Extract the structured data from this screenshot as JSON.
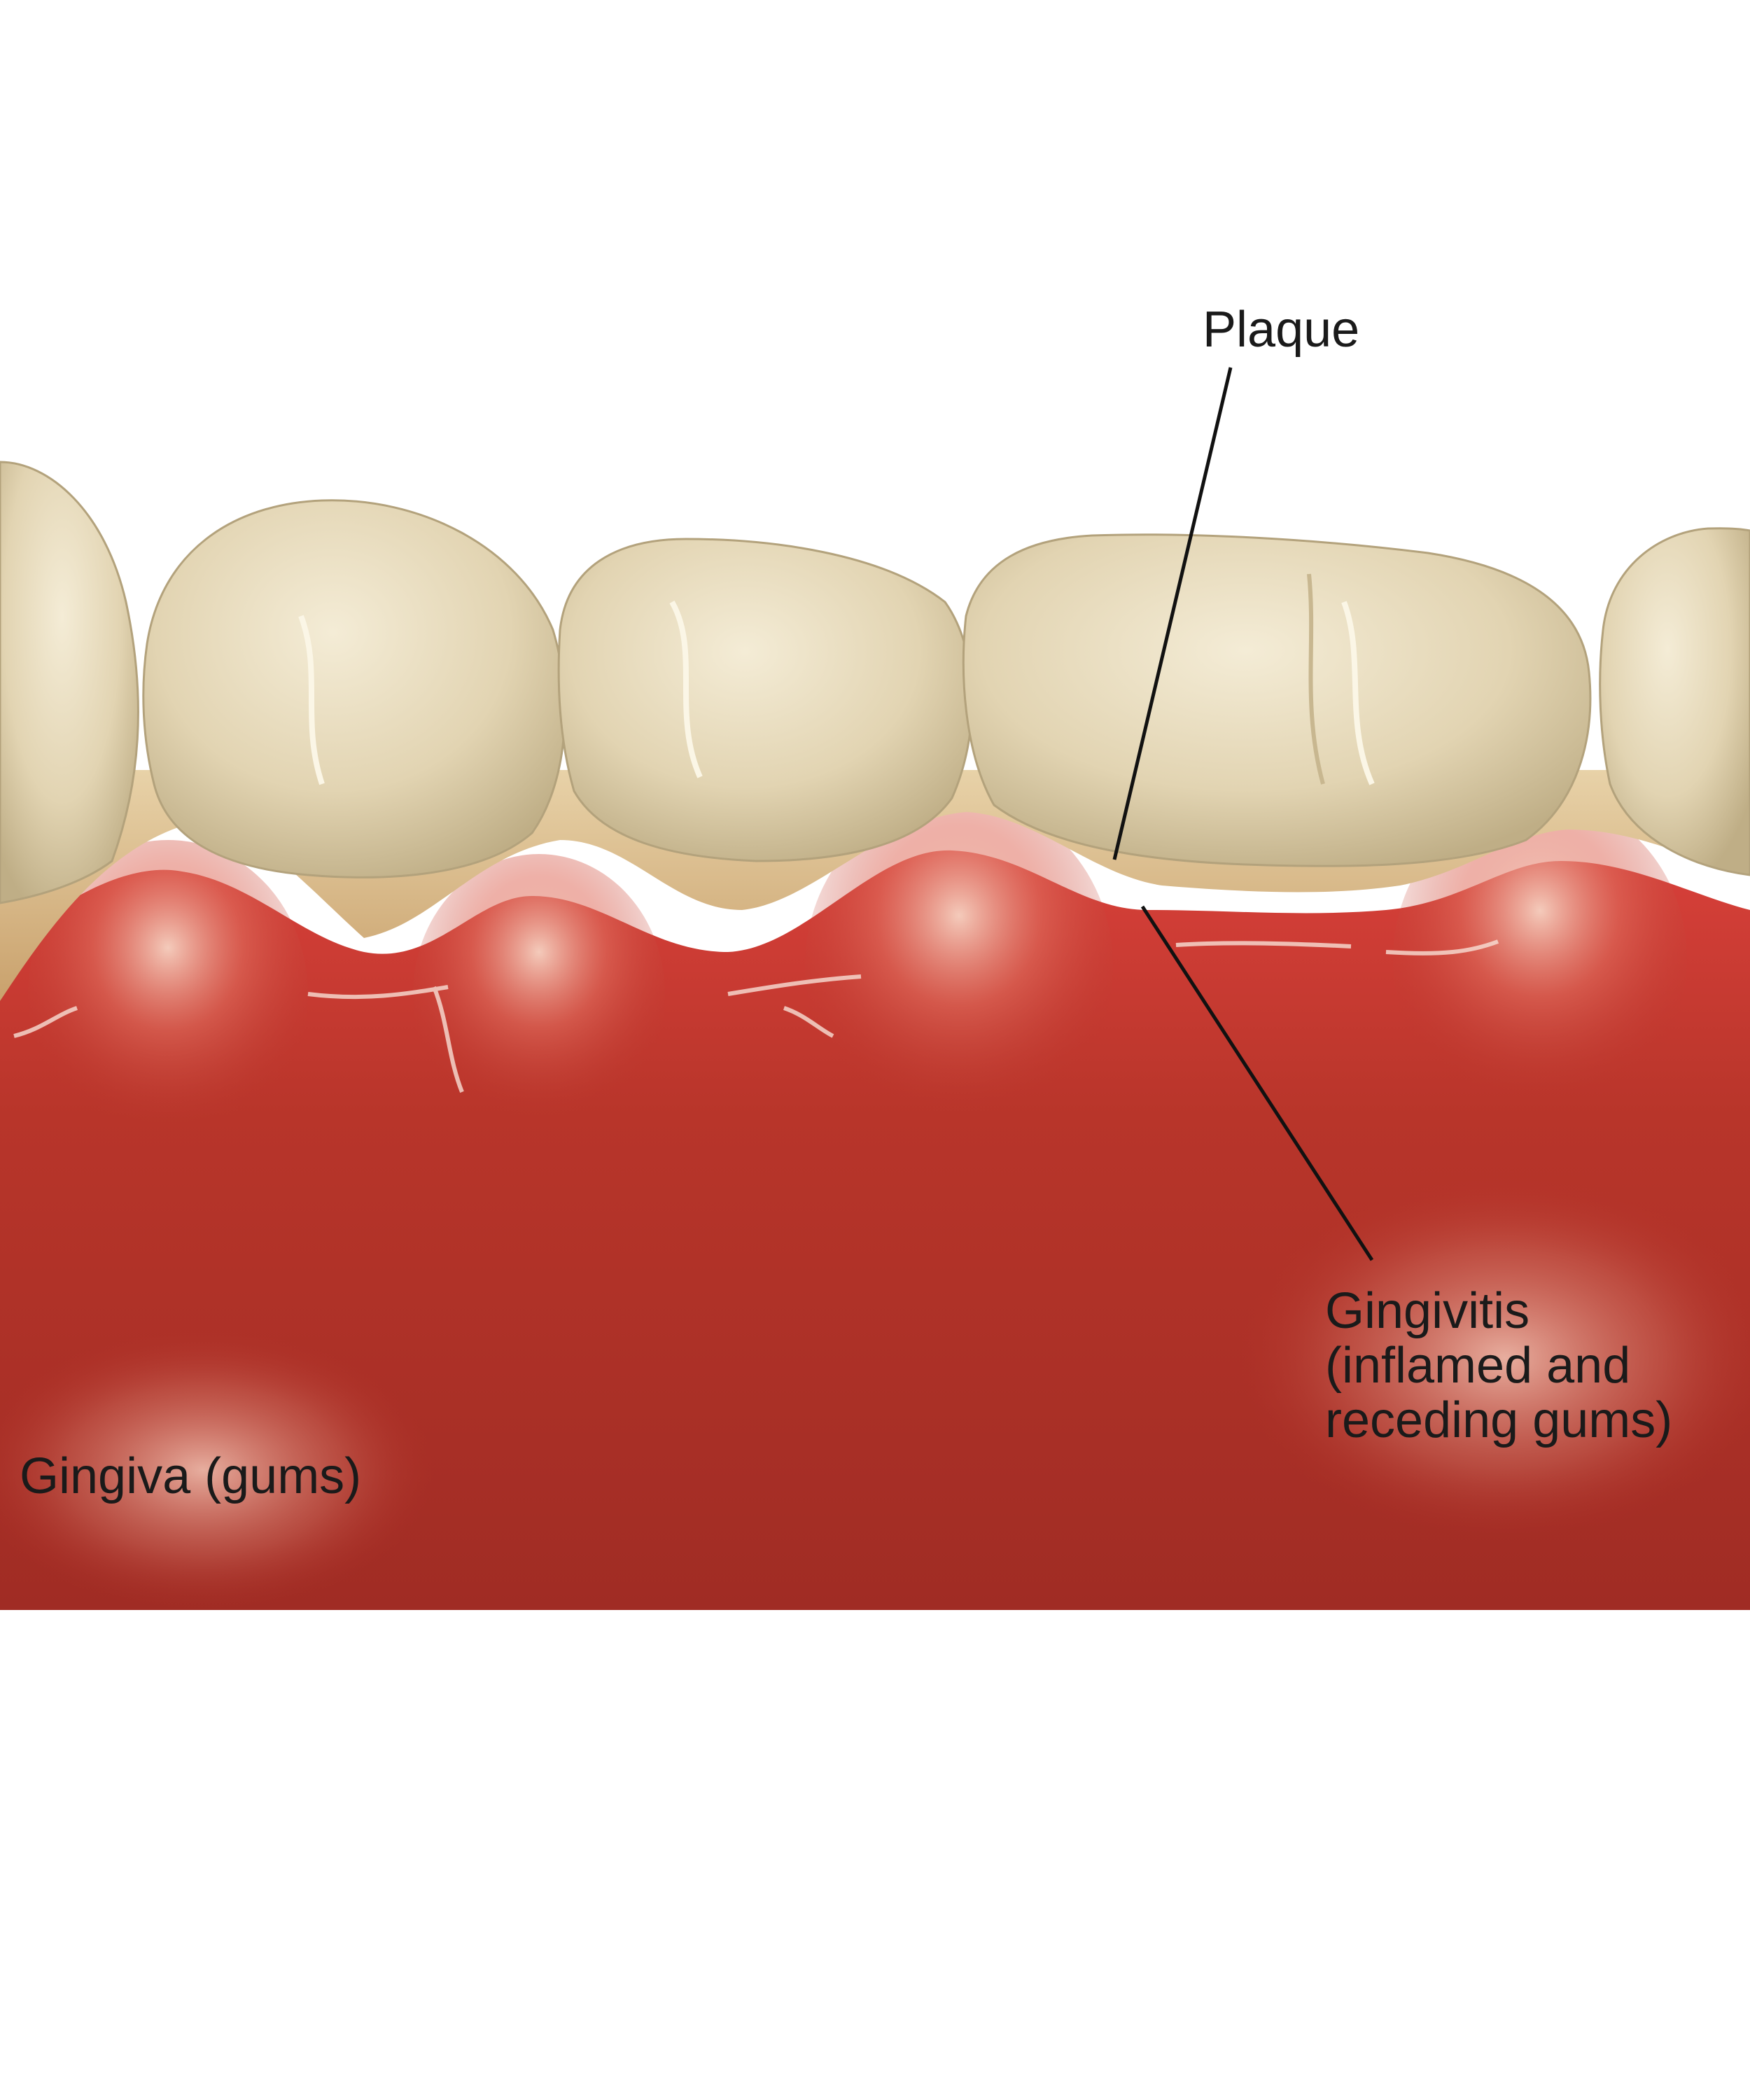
{
  "labels": {
    "plaque": "Plaque",
    "gingivitis": [
      "Gingivitis",
      "(inflamed and",
      "receding gums)"
    ],
    "gingiva": "Gingiva (gums)"
  },
  "colors": {
    "tooth": "#e4d8b8",
    "plaque": "#d8b98a",
    "gum": "#b8352a",
    "gum_dark": "#9a2a22",
    "gum_highlight": "#e8a08a",
    "leader_line": "#111111",
    "background": "#ffffff"
  }
}
